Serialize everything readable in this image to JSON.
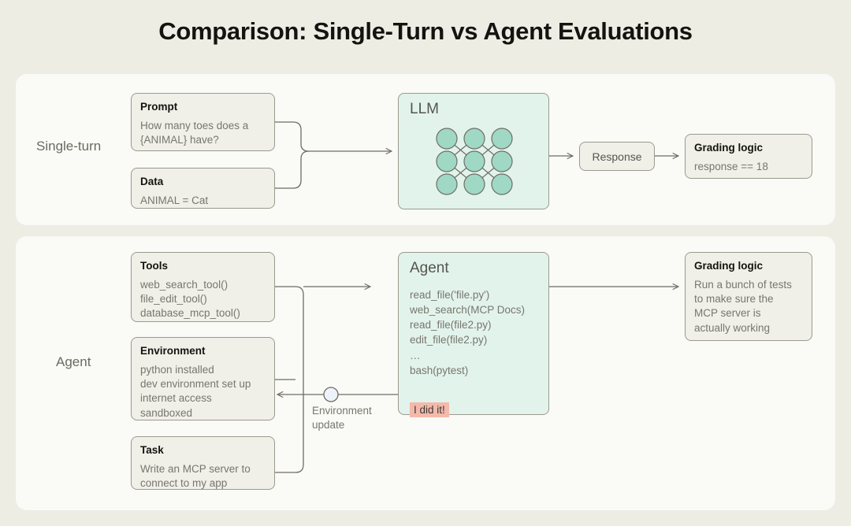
{
  "title": "Comparison: Single-Turn vs Agent Evaluations",
  "colors": {
    "page_background": "#edede4",
    "panel_background": "#fafaf6",
    "card_background": "#f0efe8",
    "card_border": "#9a9a8e",
    "mint_background": "#e2f3ec",
    "node_fill": "#9fd8c4",
    "highlight": "#f4b9ab",
    "body_text": "#77776d",
    "title_text": "#14130f"
  },
  "rows": {
    "single_turn_label": "Single-turn",
    "agent_label": "Agent"
  },
  "single_turn": {
    "prompt": {
      "title": "Prompt",
      "body": "How many toes does a\n{ANIMAL} have?"
    },
    "data": {
      "title": "Data",
      "body": "ANIMAL = Cat"
    },
    "llm": {
      "title": "LLM",
      "network": {
        "rows": 3,
        "cols": 3,
        "node_count": 9
      }
    },
    "response": {
      "label": "Response"
    },
    "grading": {
      "title": "Grading logic",
      "body": "response == 18"
    }
  },
  "agent": {
    "tools": {
      "title": "Tools",
      "body": "web_search_tool()\nfile_edit_tool()\ndatabase_mcp_tool()"
    },
    "environment": {
      "title": "Environment",
      "body": "python installed\ndev environment set up\ninternet access\nsandboxed"
    },
    "task": {
      "title": "Task",
      "body": "Write an MCP server to\nconnect to my app"
    },
    "agent_box": {
      "title": "Agent",
      "trace": "read_file('file.py')\nweb_search(MCP Docs)\nread_file(file2.py)\nedit_file(file2.py)\n…\nbash(pytest)",
      "final_message": "I did it!"
    },
    "environment_update": {
      "label": "Environment\nupdate"
    },
    "grading": {
      "title": "Grading logic",
      "body": "Run a bunch of tests\nto make sure the\nMCP server is\nactually working"
    }
  }
}
